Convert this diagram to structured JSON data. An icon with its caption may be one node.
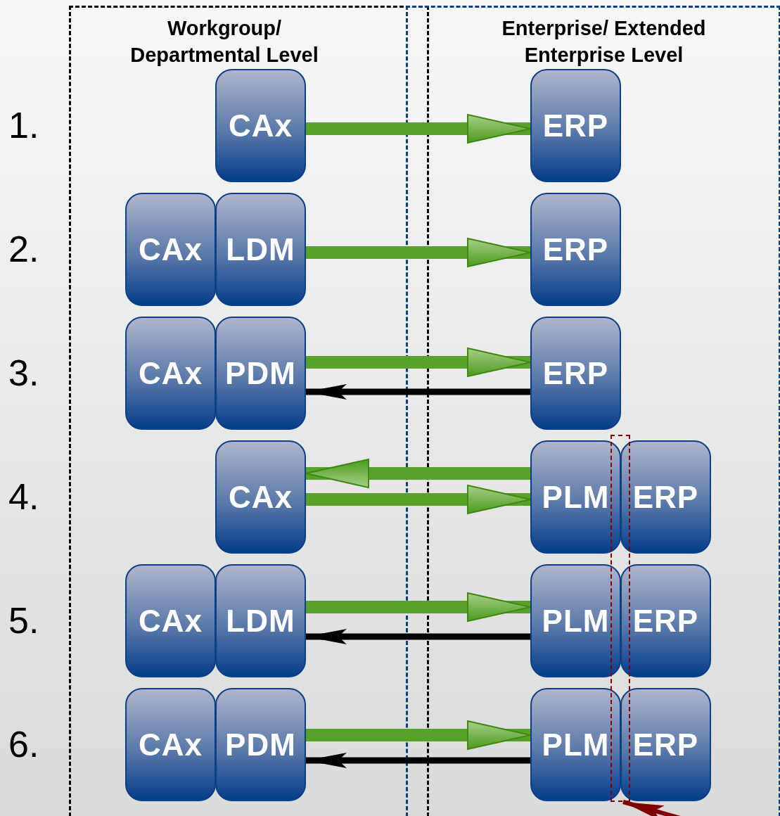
{
  "diagram": {
    "nodes": [
      {
        "text": [
          "Workgroup/ Departmental Level"
        ]
      },
      {
        "text": [
          "Enterprise/ Extended Enterprise Level"
        ]
      },
      {
        "text": [
          "CAx"
        ],
        "in": 0
      },
      {
        "text": [
          "ERP"
        ],
        "in": 1
      },
      {
        "text": [
          "CAx"
        ],
        "in": 0
      },
      {
        "text": [
          "LDM"
        ],
        "in": 0
      },
      {
        "text": [
          "ERP"
        ],
        "in": 1
      },
      {
        "text": [
          "CAx"
        ],
        "in": 0
      },
      {
        "text": [
          "PDM"
        ],
        "in": 0
      },
      {
        "text": [
          "ERP"
        ],
        "in": 1
      },
      {
        "text": [
          "CAx"
        ],
        "in": 0
      },
      {
        "text": [
          "PLM"
        ],
        "in": 1
      },
      {
        "text": [
          "ERP"
        ],
        "in": 1
      },
      {
        "text": [
          "CAx"
        ],
        "in": 0
      },
      {
        "text": [
          "LDM"
        ],
        "in": 0
      },
      {
        "text": [
          "PLM"
        ],
        "in": 1
      },
      {
        "text": [
          "ERP"
        ],
        "in": 1
      },
      {
        "text": [
          "CAx"
        ],
        "in": 0
      },
      {
        "text": [
          "PDM"
        ],
        "in": 0
      },
      {
        "text": [
          "PLM"
        ],
        "in": 1
      },
      {
        "text": [
          "ERP"
        ],
        "in": 1
      },
      {
        "text": [],
        "shape": "box",
        "in": 1
      }
    ],
    "edges": [
      {
        "from": 2,
        "to": 3,
        "arrow": "to"
      },
      {
        "from": 5,
        "to": 6,
        "arrow": "to"
      },
      {
        "from": 8,
        "to": 9,
        "arrow": "to"
      },
      {
        "from": 9,
        "to": 8,
        "arrow": "to",
        "color": "#000000"
      },
      {
        "from": 11,
        "to": 10,
        "arrow": "to"
      },
      {
        "from": 10,
        "to": 11,
        "arrow": "to"
      },
      {
        "from": 14,
        "to": 15,
        "arrow": "to"
      },
      {
        "from": 15,
        "to": 14,
        "arrow": "to",
        "color": "#000000"
      },
      {
        "from": 18,
        "to": 19,
        "arrow": "to"
      },
      {
        "from": 19,
        "to": 18,
        "arrow": "to",
        "color": "#000000"
      },
      {
        "from": null,
        "to": 21,
        "arrow": "to",
        "color": "#7f0000"
      }
    ],
    "labels": [
      "1.",
      "2.",
      "3.",
      "4.",
      "5.",
      "6."
    ]
  }
}
